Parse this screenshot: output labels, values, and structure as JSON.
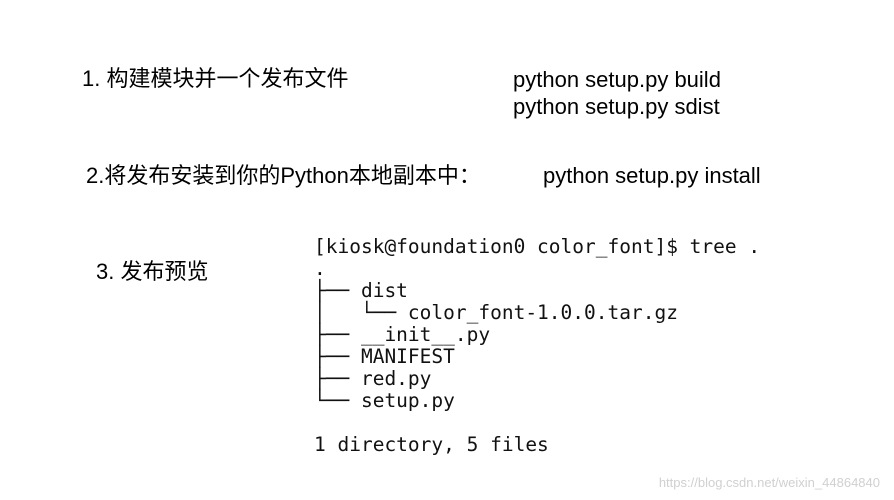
{
  "steps": [
    {
      "title": "1. 构建模块并一个发布文件",
      "commands": [
        "python setup.py build",
        "python setup.py sdist"
      ]
    },
    {
      "title": "2.将发布安装到你的Python本地副本中：",
      "commands": [
        "python setup.py install"
      ]
    },
    {
      "title": "3. 发布预览"
    }
  ],
  "terminal": {
    "lines": [
      "[kiosk@foundation0 color_font]$ tree .",
      ".",
      "├── dist",
      "│   └── color_font-1.0.0.tar.gz",
      "├── __init__.py",
      "├── MANIFEST",
      "├── red.py",
      "└── setup.py",
      "",
      "1 directory, 5 files"
    ]
  },
  "watermark": "https://blog.csdn.net/weixin_44864840"
}
